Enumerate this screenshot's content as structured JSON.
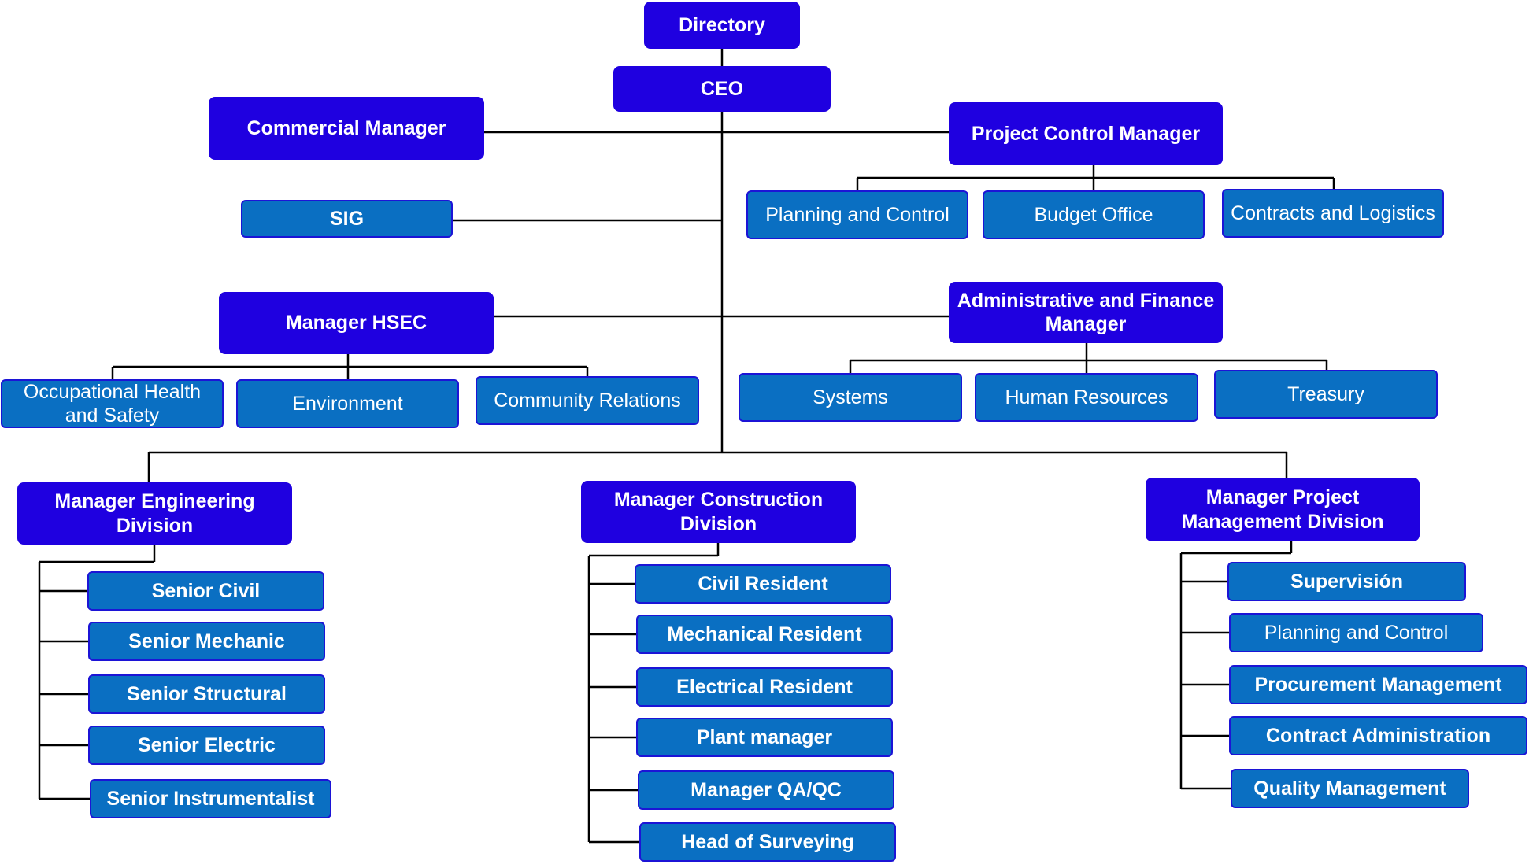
{
  "colors": {
    "manager_fill": "#1f00e0",
    "unit_fill": "#0a6fc2",
    "unit_border": "#1c14d6",
    "connector": "#000000",
    "text": "#ffffff"
  },
  "org": {
    "directory": "Directory",
    "ceo": "CEO",
    "commercial_manager": "Commercial Manager",
    "project_control_manager": "Project Control Manager",
    "project_control_units": [
      "Planning and Control",
      "Budget Office",
      "Contracts and Logistics"
    ],
    "sig": "SIG",
    "manager_hsec": "Manager HSEC",
    "hsec_units": [
      "Occupational Health and Safety",
      "Environment",
      "Community Relations"
    ],
    "admin_finance_manager": "Administrative and Finance Manager",
    "admin_units": [
      "Systems",
      "Human Resources",
      "Treasury"
    ],
    "engineering": {
      "title": "Manager Engineering Division",
      "units": [
        "Senior Civil",
        "Senior Mechanic",
        "Senior Structural",
        "Senior Electric",
        "Senior Instrumentalist"
      ]
    },
    "construction": {
      "title": "Manager Construction Division",
      "units": [
        "Civil Resident",
        "Mechanical Resident",
        "Electrical Resident",
        "Plant manager",
        "Manager QA/QC",
        "Head of Surveying"
      ]
    },
    "project_management": {
      "title": "Manager Project Management Division",
      "units": [
        "Supervisión",
        "Planning and Control",
        "Procurement Management",
        "Contract Administration",
        "Quality Management"
      ]
    }
  }
}
